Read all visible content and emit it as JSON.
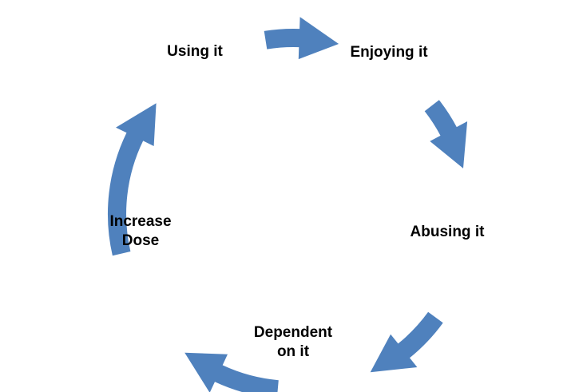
{
  "diagram": {
    "arrow_color": "#4f81bd",
    "text_color": "#000000",
    "nodes": [
      {
        "id": "using",
        "lines": [
          "Using it"
        ]
      },
      {
        "id": "enjoying",
        "lines": [
          "Enjoying it"
        ]
      },
      {
        "id": "abusing",
        "lines": [
          "Abusing it"
        ]
      },
      {
        "id": "dependent",
        "lines": [
          "Dependent",
          "on it"
        ]
      },
      {
        "id": "increase",
        "lines": [
          "Increase",
          "Dose"
        ]
      }
    ],
    "edges": [
      {
        "from": "using",
        "to": "enjoying"
      },
      {
        "from": "enjoying",
        "to": "abusing"
      },
      {
        "from": "abusing",
        "to": "dependent"
      },
      {
        "from": "dependent",
        "to": "increase"
      },
      {
        "from": "increase",
        "to": "using"
      }
    ]
  }
}
